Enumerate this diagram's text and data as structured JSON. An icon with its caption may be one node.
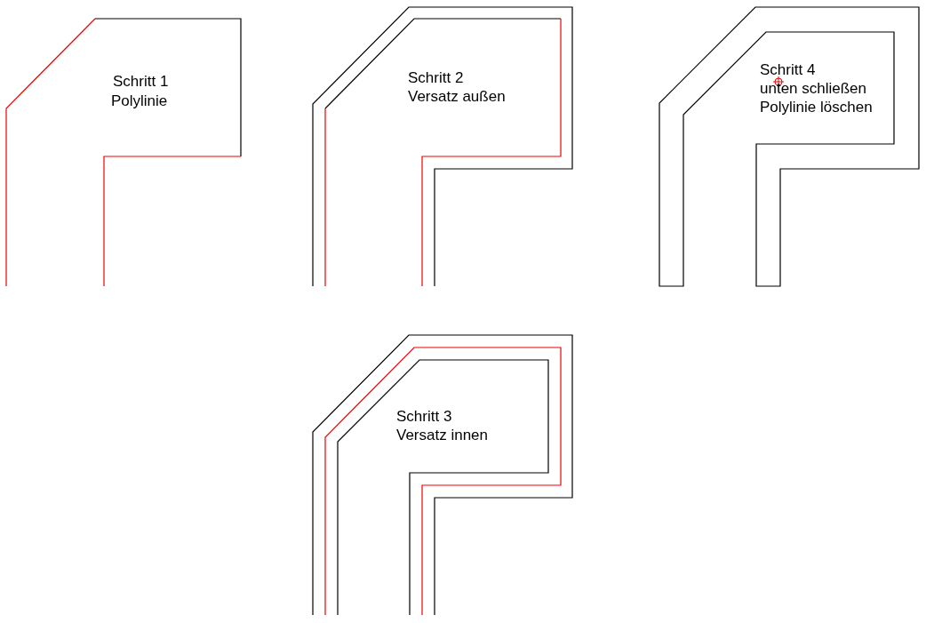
{
  "diagram": {
    "labels": [
      "Schritt 1",
      "Polylinie",
      "Schritt 2",
      "Versatz außen",
      "Schritt 4",
      "unten schließen",
      "Polylinie löschen",
      "Schritt 3",
      "Versatz innen"
    ]
  }
}
